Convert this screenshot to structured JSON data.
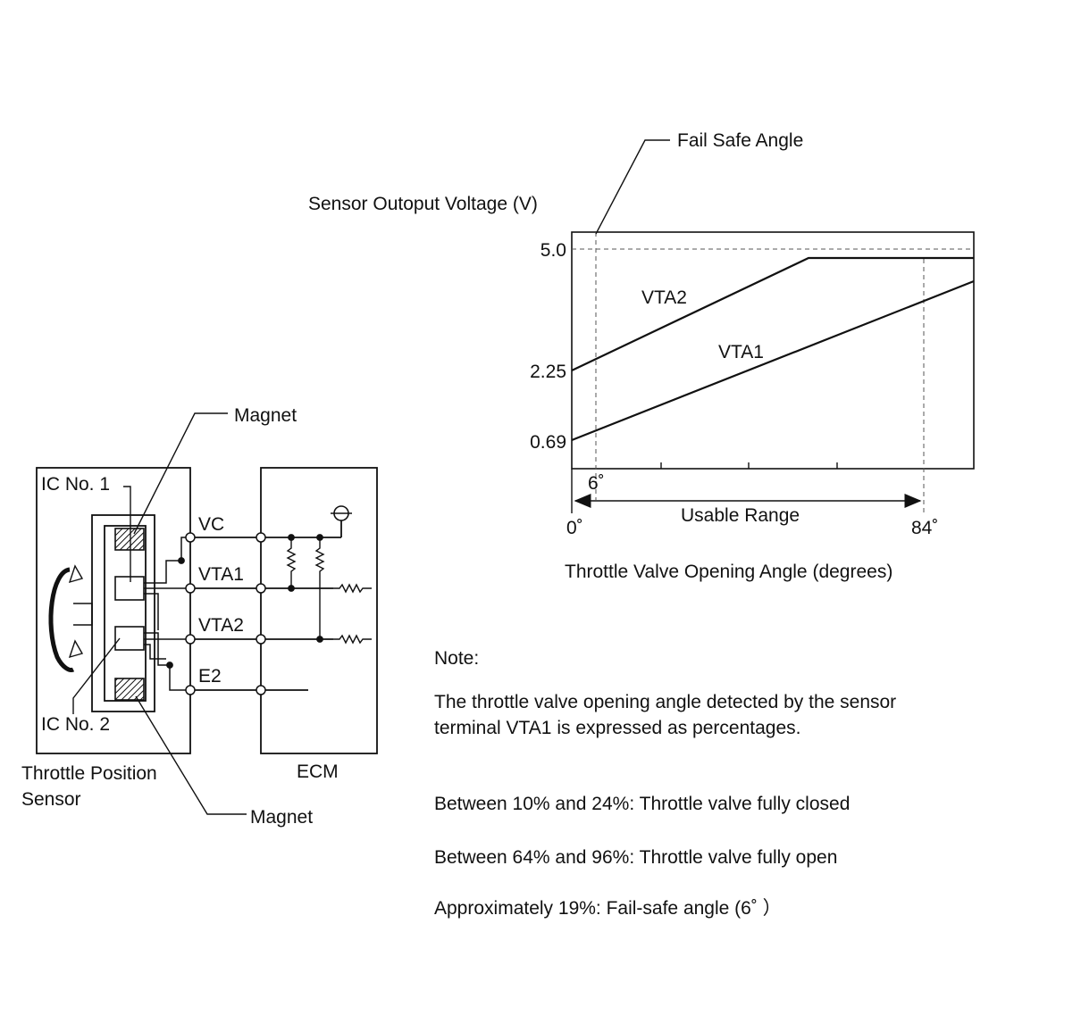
{
  "diagram": {
    "magnet_top": "Magnet",
    "magnet_bottom": "Magnet",
    "ic1": "IC No. 1",
    "ic2": "IC No. 2",
    "terminals": [
      "VC",
      "VTA1",
      "VTA2",
      "E2"
    ],
    "ecm": "ECM",
    "sensor_line1": "Throttle Position",
    "sensor_line2": "Sensor"
  },
  "graph": {
    "ylabel": "Sensor Outoput Voltage (V)",
    "fail_safe": "Fail Safe Angle",
    "y_ticks": [
      "5.0",
      "2.25",
      "0.69"
    ],
    "x_tick_6": "6˚",
    "x_tick_0": "0˚",
    "x_tick_84": "84˚",
    "usable_range": "Usable Range",
    "xlabel": "Throttle Valve Opening Angle (degrees)",
    "series": [
      {
        "name": "VTA2"
      },
      {
        "name": "VTA1"
      }
    ]
  },
  "note": {
    "heading": "Note:",
    "line1": "The throttle valve opening angle detected by the sensor",
    "line2": "terminal VTA1 is expressed as percentages.",
    "closed": "Between 10% and 24%: Throttle valve fully closed",
    "open": "Between 64% and 96%: Throttle valve fully open",
    "failsafe": "Approximately 19%: Fail-safe angle (6˚ ）"
  }
}
